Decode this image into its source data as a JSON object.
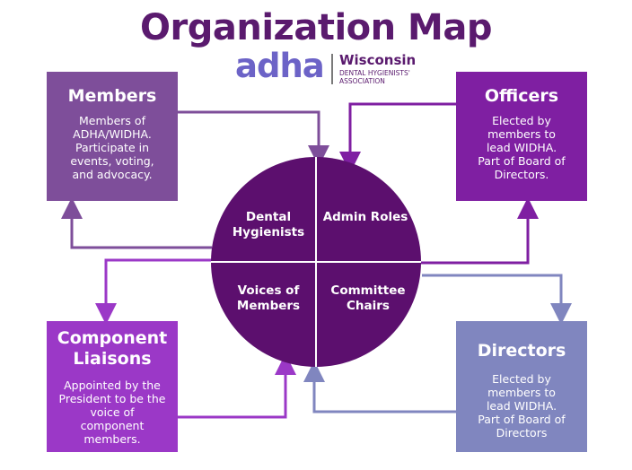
{
  "title": "Organization Map",
  "logo": {
    "wordmark": "adha",
    "state": "Wisconsin",
    "subtitle": "DENTAL HYGIENISTS' ASSOCIATION"
  },
  "boxes": {
    "members": {
      "title": "Members",
      "description": "Members of ADHA/WIDHA. Participate in events, voting, and advocacy."
    },
    "officers": {
      "title": "Officers",
      "description": "Elected by members to lead WIDHA. Part of Board of Directors."
    },
    "liaisons": {
      "title": "Component Liaisons",
      "description": "Appointed by the President to be the voice of component members."
    },
    "directors": {
      "title": "Directors",
      "description": "Elected by members to lead WIDHA. Part of Board of Directors"
    }
  },
  "circle": {
    "top_left": "Dental Hygienists",
    "top_right": "Admin Roles",
    "bottom_left": "Voices of Members",
    "bottom_right": "Committee Chairs"
  },
  "colors": {
    "title": "#5a1a6e",
    "circle": "#5c0f6e",
    "members": "#7e4e9a",
    "officers": "#7f1fa2",
    "liaisons": "#9b38c7",
    "directors": "#8086bf"
  }
}
